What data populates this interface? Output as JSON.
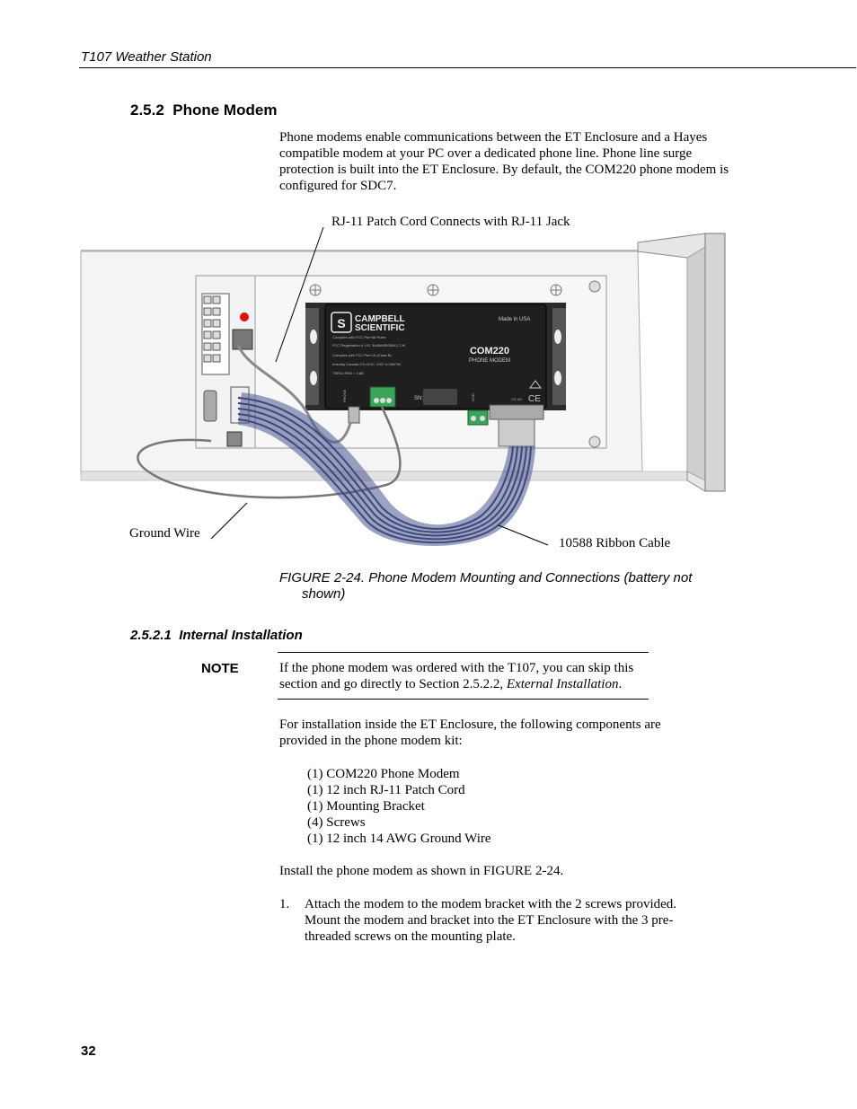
{
  "header": {
    "running_title": "T107 Weather Station"
  },
  "section": {
    "number": "2.5.2",
    "title": "Phone Modem"
  },
  "intro": "Phone modems enable communications between the ET Enclosure and a Hayes compatible modem at your PC over a dedicated phone line.  Phone line surge protection is built into the ET Enclosure.  By default, the COM220 phone modem is configured for SDC7.",
  "figure": {
    "callouts": {
      "rj11": "RJ-11 Patch Cord Connects with RJ-11 Jack",
      "ground_wire": "Ground Wire",
      "ribbon_cable": "10588 Ribbon Cable"
    },
    "device": {
      "brand_line1": "CAMPBELL",
      "brand_line2": "SCIENTIFIC",
      "made_in": "Made in USA",
      "model": "COM220",
      "model_subtitle": "PHONE MODEM",
      "fcc_line1": "Complies with FCC Part 68 Rules",
      "fcc_line2": "FCC Registration #:  US: 3A4M60B05642-T-M",
      "fcc_line3": "Complies with FCC Part 15 (Class B)",
      "fcc_line4": "Industry Canada    CS-03          IC: 2327 A-SM/TM",
      "fcc_line5": "TSR01                                      REN = 0.8B",
      "serial_label": "SN:",
      "port_label": "PHONE",
      "gnd_label": "GND",
      "cs_io_label": "CS I/O",
      "ce_mark": "CE"
    },
    "caption_line1": "FIGURE 2-24.  Phone Modem Mounting and Connections (battery not",
    "caption_line2": "shown)"
  },
  "subsection": {
    "number": "2.5.2.1",
    "title": "Internal Installation"
  },
  "note": {
    "label": "NOTE",
    "text_before": "If the phone modem was ordered with the T107, you can skip this section and go directly to Section 2.5.2.2, ",
    "text_italic": "External Installation",
    "text_after": "."
  },
  "install_para": "For installation inside the ET Enclosure, the following components are provided in the phone modem kit:",
  "kit_items": [
    "(1) COM220 Phone Modem",
    "(1) 12 inch RJ-11 Patch Cord",
    "(1) Mounting Bracket",
    "(4) Screws",
    "(1) 12 inch 14 AWG Ground Wire"
  ],
  "install_figure_ref": "Install the phone modem as shown in FIGURE 2-24.",
  "steps": [
    {
      "number": "1.",
      "text": "Attach the modem to the modem bracket with the 2 screws provided. Mount the modem and bracket into the ET Enclosure with the 3 pre-threaded screws on the mounting plate."
    }
  ],
  "footer": {
    "page_number": "32"
  }
}
